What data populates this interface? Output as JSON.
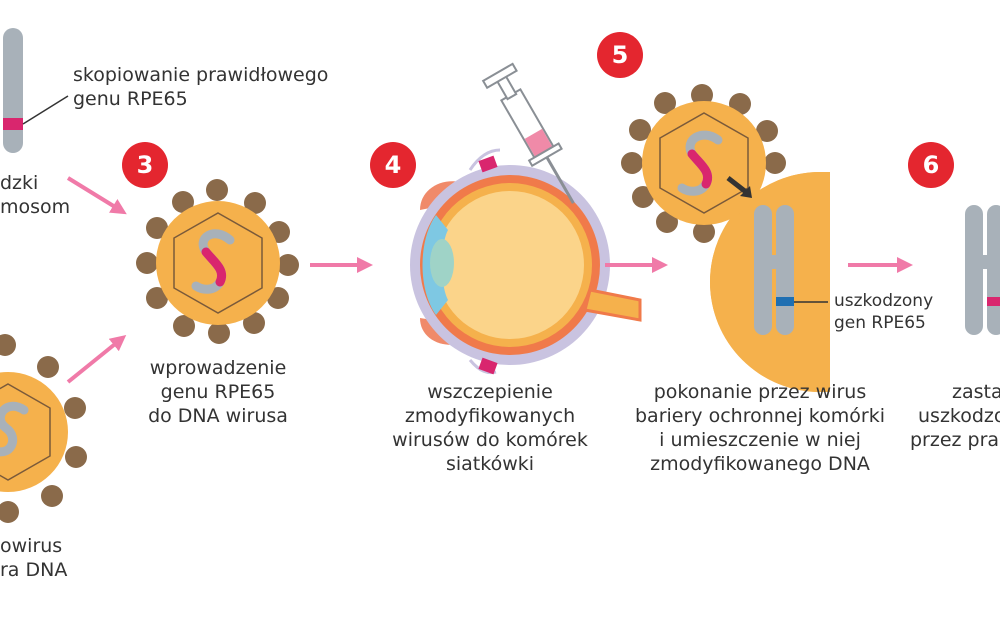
{
  "colors": {
    "orange": "#f5b14c",
    "orange_dark": "#e8a03a",
    "brown": "#8a6a4a",
    "gray": "#a8b1b9",
    "magenta": "#d9266e",
    "blue": "#1f6fb2",
    "pink_arrow": "#f07aa8",
    "red_badge": "#e4262f"
  },
  "steps": {
    "s3": "3",
    "s4": "4",
    "s5": "5",
    "s6": "6"
  },
  "labels": {
    "copy_line1": "skopiowanie prawidłowego",
    "copy_line2": "genu RPE65",
    "left_top_line1": "dzki",
    "left_top_line2": "mosom",
    "left_bottom_line1": "owirus",
    "left_bottom_line2": "ra DNA",
    "intro_line1": "wprowadzenie",
    "intro_line2": "genu RPE65",
    "intro_line3": "do DNA wirusa",
    "inject_line1": "wszczepienie",
    "inject_line2": "zmodyfikowanych",
    "inject_line3": "wirusów do komórek",
    "inject_line4": "siatkówki",
    "barrier_line1": "pokonanie przez wirus",
    "barrier_line2": "bariery ochronnej komórki",
    "barrier_line3": "i umieszczenie w niej",
    "barrier_line4": "zmodyfikowanego DNA",
    "damaged_line1": "uszkodzony",
    "damaged_line2": "gen RPE65",
    "replace_line1": "zasta",
    "replace_line2": "uszkodzo",
    "replace_line3": "przez pra"
  }
}
